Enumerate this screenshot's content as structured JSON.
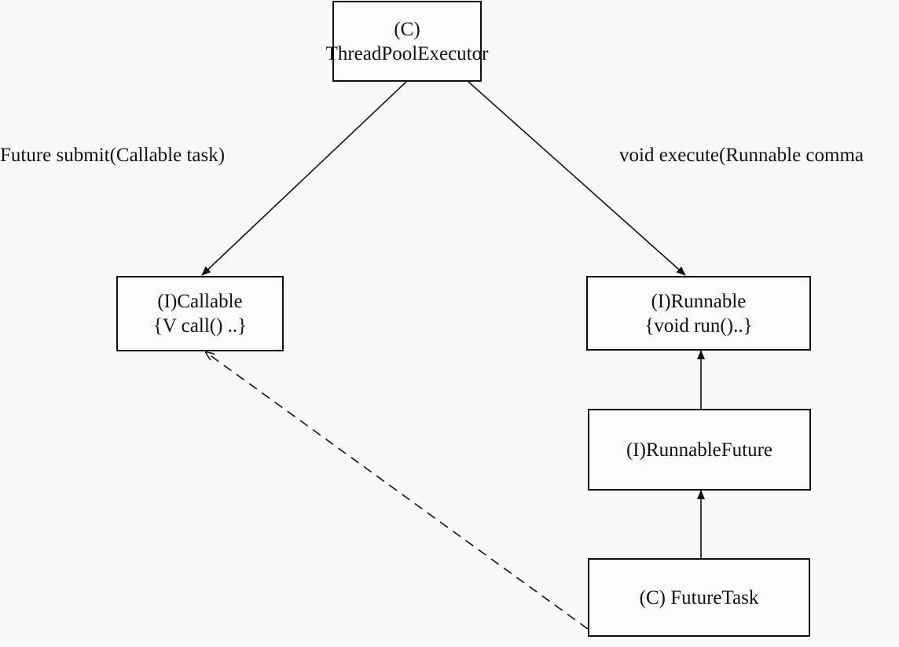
{
  "nodes": {
    "thread_pool_executor": {
      "kind": "(C)",
      "name": "ThreadPoolExecutor"
    },
    "callable": {
      "title": "(I)Callable",
      "method": "{V call() ..}"
    },
    "runnable": {
      "title": "(I)Runnable",
      "method": "{void run()..}"
    },
    "runnable_future": {
      "title": "(I)RunnableFuture"
    },
    "future_task": {
      "title": "(C) FutureTask"
    }
  },
  "edges": {
    "submit_label": "Future submit(Callable task)",
    "execute_label": "void execute(Runnable comma"
  }
}
